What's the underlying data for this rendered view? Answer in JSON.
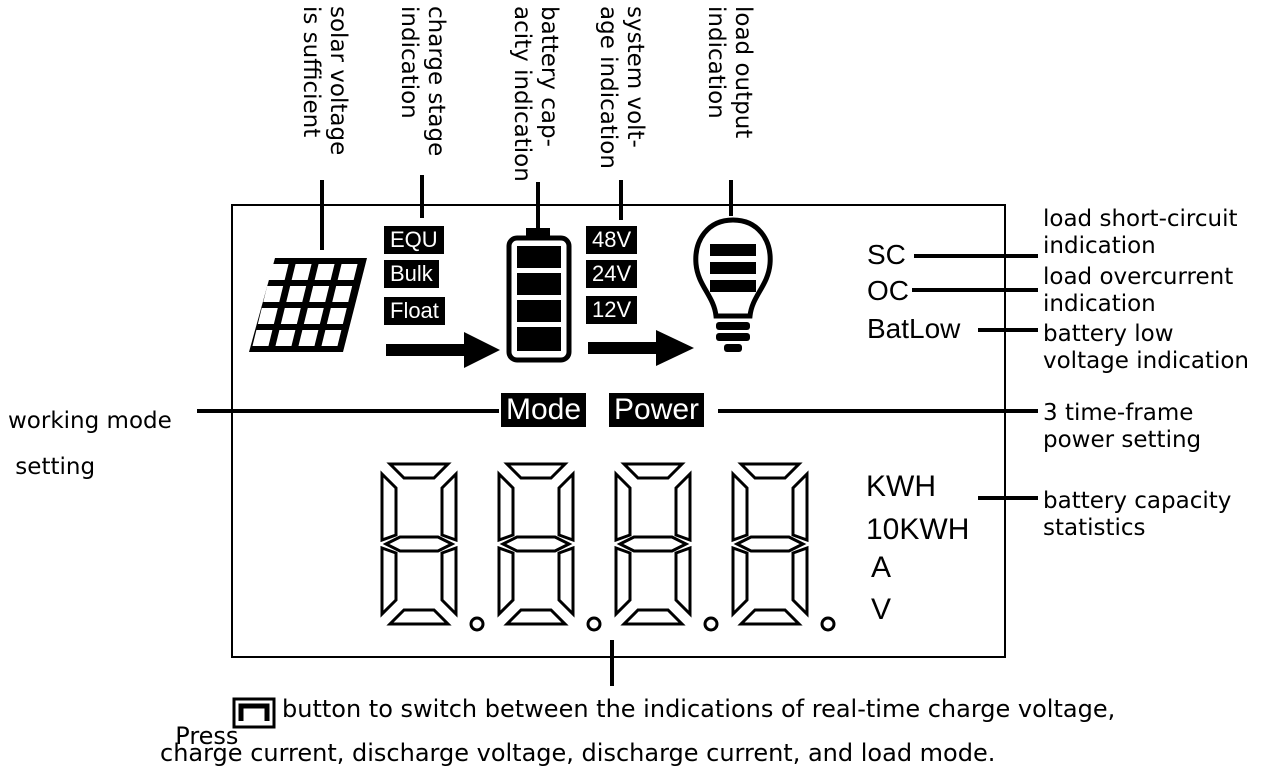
{
  "top_labels": [
    {
      "id": "solar",
      "text": "solar voltage\nis sufficient"
    },
    {
      "id": "charge",
      "text": "charge stage\nindication"
    },
    {
      "id": "battery",
      "text": "battery cap-\nacity indication"
    },
    {
      "id": "system",
      "text": "system volt-\nage indication"
    },
    {
      "id": "load",
      "text": "load output\nindication"
    }
  ],
  "charge_stages": [
    "EQU",
    "Bulk",
    "Float"
  ],
  "system_voltages": [
    "48V",
    "24V",
    "12V"
  ],
  "faults": [
    "SC",
    "OC",
    "BatLow"
  ],
  "fault_callouts": [
    "load short-circuit\nindication",
    "load overcurrent\nindication",
    "battery low\nvoltage indication"
  ],
  "mode_tags": {
    "mode": "Mode",
    "power": "Power"
  },
  "left_callout": "working mode\n setting",
  "right_callout": "3 time-frame\npower setting",
  "units": [
    "KWH",
    "10KWH",
    "A",
    "V"
  ],
  "capacity_callout": "battery capacity\nstatistics",
  "footer": {
    "press": "Press",
    "line1": "button to switch between the indications of real-time charge voltage,",
    "line2": "charge current, discharge voltage, discharge current, and load mode."
  },
  "icons": [
    "solar-panel-icon",
    "arrow-right-icon",
    "battery-icon",
    "bulb-icon",
    "button-icon"
  ]
}
